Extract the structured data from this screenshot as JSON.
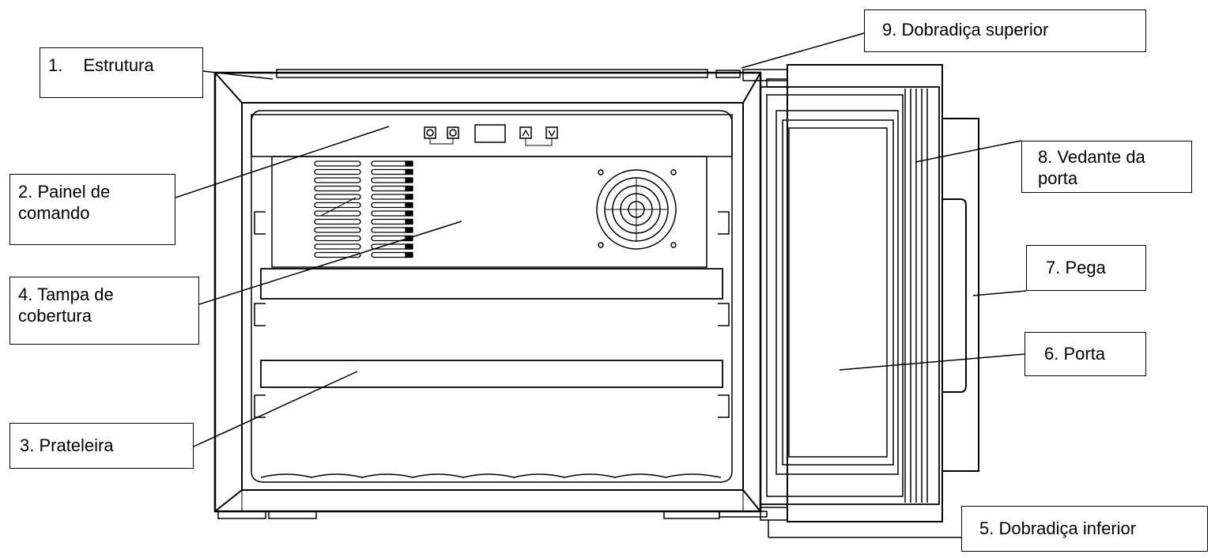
{
  "labels": {
    "estrutura": {
      "num": "1.",
      "text": "Estrutura"
    },
    "painel": {
      "line1": "2. Painel de",
      "line2": "comando"
    },
    "prateleira": {
      "text": "3. Prateleira"
    },
    "tampa": {
      "line1": "4. Tampa de",
      "line2": "cobertura"
    },
    "dobradica_inferior": {
      "text": "5. Dobradiça inferior"
    },
    "porta": {
      "text": "6. Porta"
    },
    "pega": {
      "text": "7. Pega"
    },
    "vedante": {
      "line1": "8. Vedante da",
      "line2": "porta"
    },
    "dobradica_superior": {
      "text": "9. Dobradiça superior"
    }
  },
  "colors": {
    "line": "#000000",
    "background": "#ffffff"
  }
}
